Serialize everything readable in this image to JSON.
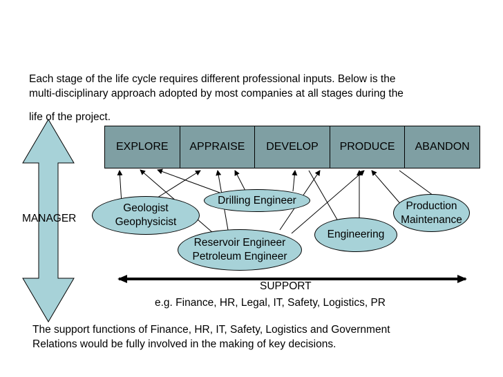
{
  "intro": {
    "line1": "Each stage of the life cycle requires different professional inputs. Below is the",
    "line2": "multi-disciplinary approach adopted by most companies at all stages during the",
    "line3": "life of the project."
  },
  "stages": [
    "EXPLORE",
    "APPRAISE",
    "DEVELOP",
    "PRODUCE",
    "ABANDON"
  ],
  "manager_label": "MANAGER",
  "roles": {
    "geologist": {
      "line1": "Geologist",
      "line2": "Geophysicist"
    },
    "drilling": {
      "line1": "Drilling Engineer"
    },
    "reservoir": {
      "line1": "Reservoir Engineer",
      "line2": "Petroleum Engineer"
    },
    "engineering": {
      "line1": "Engineering"
    },
    "production": {
      "line1": "Production",
      "line2": "Maintenance"
    }
  },
  "support": {
    "title": "SUPPORT",
    "examples": "e.g. Finance, HR, Legal, IT, Safety, Logistics, PR"
  },
  "footer": {
    "line1": "The support functions of Finance, HR, IT, Safety, Logistics and Government",
    "line2": "Relations would be fully involved in the making of key decisions."
  },
  "colors": {
    "stage_fill": "#7f9fa3",
    "oval_fill": "#a7d2d8",
    "manager_arrow_fill": "#a7d2d8",
    "line": "#000000"
  }
}
